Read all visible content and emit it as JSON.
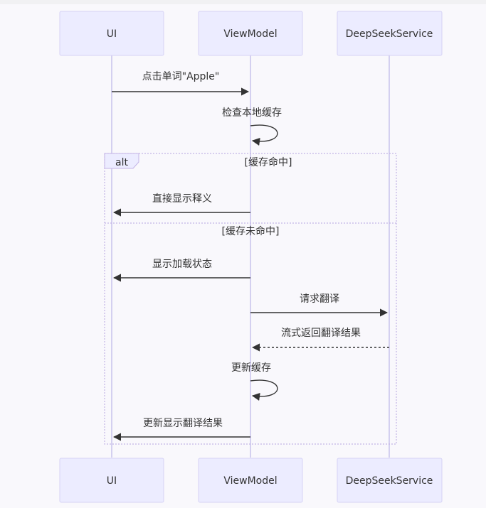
{
  "participants": [
    {
      "id": "ui",
      "name": "UI"
    },
    {
      "id": "vm",
      "name": "ViewModel"
    },
    {
      "id": "ds",
      "name": "DeepSeekService"
    }
  ],
  "messages": [
    {
      "from": "ui",
      "to": "vm",
      "text": "点击单词\"Apple\"",
      "style": "solid"
    },
    {
      "from": "vm",
      "to": "vm",
      "text": "检查本地缓存",
      "style": "solid"
    },
    {
      "from": "vm",
      "to": "ui",
      "text": "直接显示释义",
      "style": "solid"
    },
    {
      "from": "vm",
      "to": "ui",
      "text": "显示加载状态",
      "style": "solid"
    },
    {
      "from": "vm",
      "to": "ds",
      "text": "请求翻译",
      "style": "solid"
    },
    {
      "from": "ds",
      "to": "vm",
      "text": "流式返回翻译结果",
      "style": "dotted"
    },
    {
      "from": "vm",
      "to": "vm",
      "text": "更新缓存",
      "style": "solid"
    },
    {
      "from": "vm",
      "to": "ui",
      "text": "更新显示翻译结果",
      "style": "solid"
    }
  ],
  "alt_block": {
    "label": "alt",
    "branches": [
      {
        "condition": "[缓存命中]"
      },
      {
        "condition": "[缓存未命中]"
      }
    ]
  },
  "colors": {
    "background": "#f9f8fc",
    "actor_fill": "#ececff",
    "actor_stroke": "#d6d2f5",
    "lifeline": "#d4d0f0",
    "arrow": "#333333",
    "alt_border": "#c3b4e6"
  }
}
